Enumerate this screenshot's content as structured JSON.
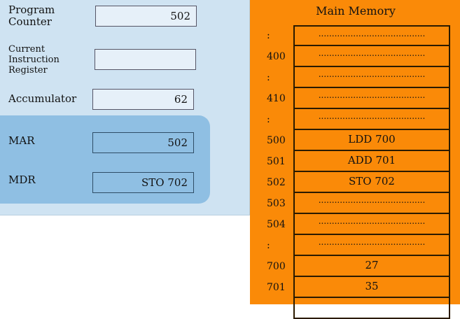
{
  "cpu": {
    "program_counter": {
      "label_line1": "Program",
      "label_line2": "Counter",
      "value": "502"
    },
    "cir": {
      "label_line1": "Current",
      "label_line2": "Instruction",
      "label_line3": "Register",
      "value": ""
    },
    "accumulator": {
      "label": "Accumulator",
      "value": "62"
    },
    "mar": {
      "label": "MAR",
      "value": "502"
    },
    "mdr": {
      "label": "MDR",
      "value": "STO 702"
    }
  },
  "memory": {
    "title": "Main Memory",
    "rows": [
      {
        "address": ":",
        "content": "........................................"
      },
      {
        "address": "400",
        "content": "........................................"
      },
      {
        "address": ":",
        "content": "........................................"
      },
      {
        "address": "410",
        "content": "........................................"
      },
      {
        "address": ":",
        "content": "........................................"
      },
      {
        "address": "500",
        "content": "LDD   700"
      },
      {
        "address": "501",
        "content": "ADD  701"
      },
      {
        "address": "502",
        "content": "STO  702"
      },
      {
        "address": "503",
        "content": "........................................"
      },
      {
        "address": "504",
        "content": "........................................"
      },
      {
        "address": ":",
        "content": "........................................"
      },
      {
        "address": "700",
        "content": "27"
      },
      {
        "address": "701",
        "content": "35"
      },
      {
        "address": "",
        "content": ""
      }
    ]
  }
}
